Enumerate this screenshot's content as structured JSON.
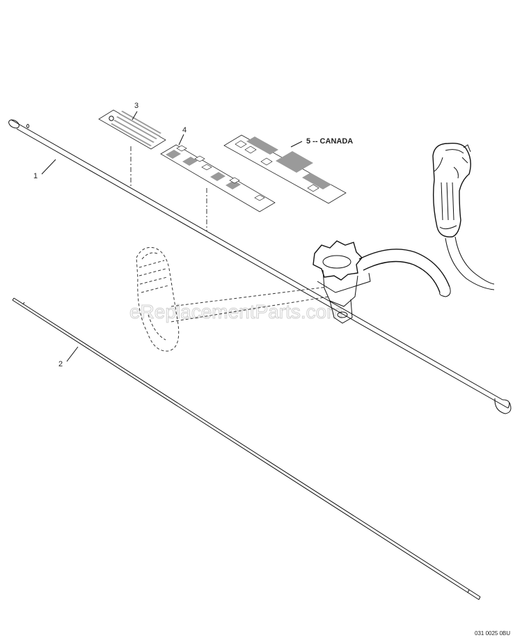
{
  "watermark": "eReplacementParts.com",
  "reference_code": "031 0025 0BU",
  "callouts": [
    {
      "id": "1",
      "text": "1"
    },
    {
      "id": "2",
      "text": "2"
    },
    {
      "id": "3",
      "text": "3"
    },
    {
      "id": "4",
      "text": "4"
    },
    {
      "id": "5",
      "text": "5 -- CANADA"
    }
  ]
}
